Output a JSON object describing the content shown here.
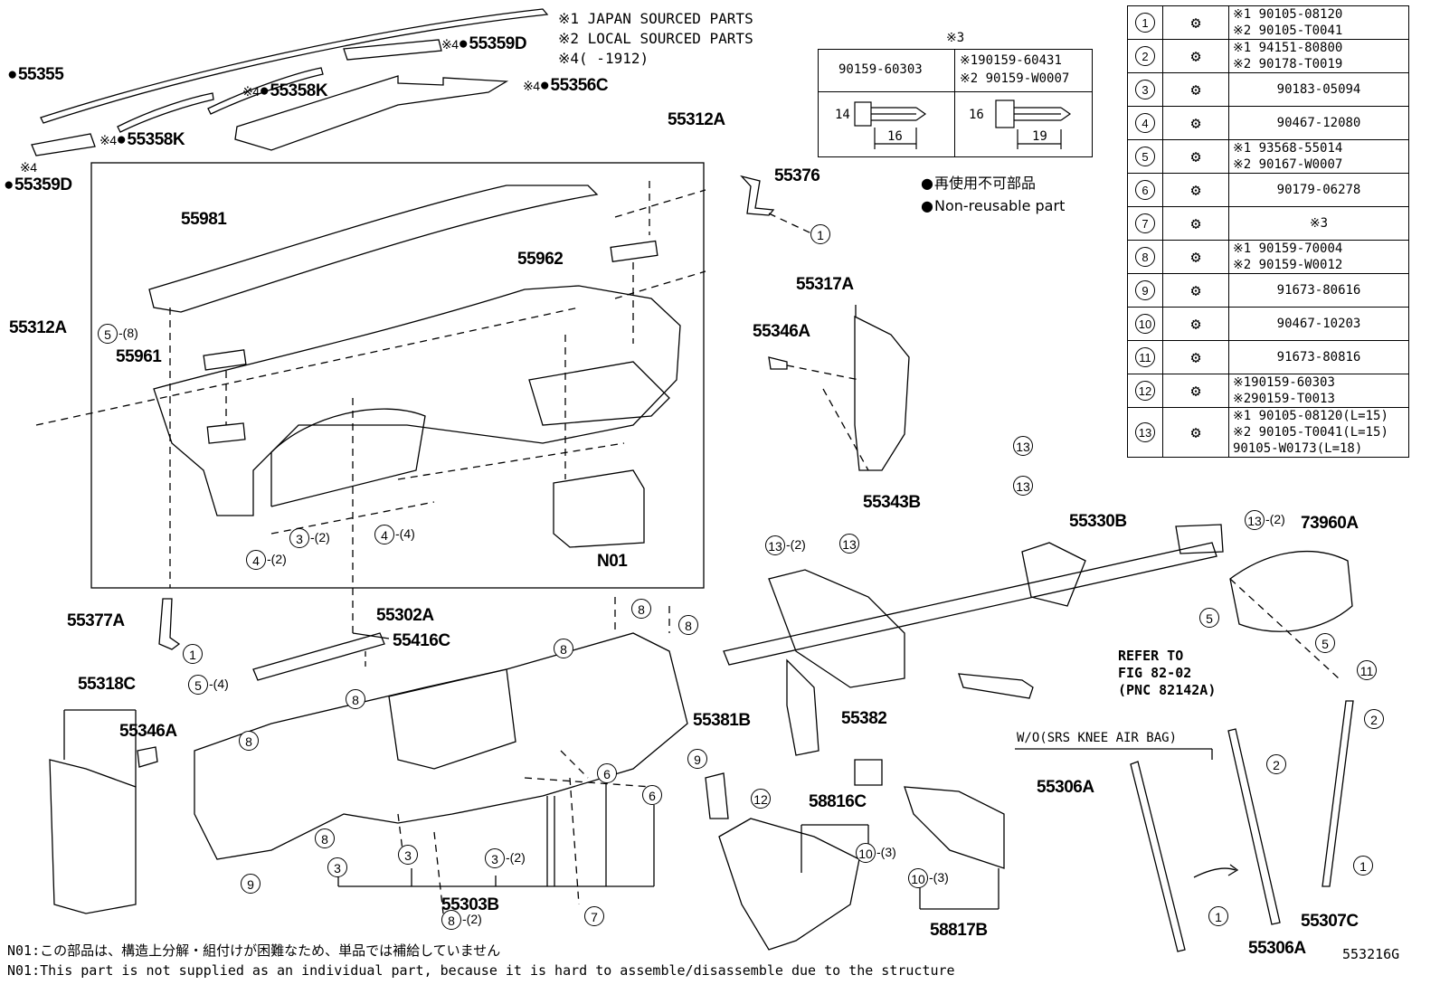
{
  "legend_notes": {
    "note1": "※1 JAPAN SOURCED PARTS",
    "note2": "※2 LOCAL SOURCED PARTS",
    "note4": "※4(      -1912)"
  },
  "fastener_box": {
    "title": "※3",
    "left_part": "90159-60303",
    "right_part_1": "※190159-60431",
    "right_part_2": "※2 90159-W0007",
    "left_dim_h": "14",
    "left_dim_l": "16",
    "right_dim_h": "16",
    "right_dim_l": "19"
  },
  "reuse_legend": {
    "jp": "再使用不可部品",
    "en": "Non-reusable part"
  },
  "parts_table": [
    {
      "idx": "1",
      "lines": [
        "※1 90105-08120",
        "※2 90105-T0041"
      ]
    },
    {
      "idx": "2",
      "lines": [
        "※1 94151-80800",
        "※2 90178-T0019"
      ]
    },
    {
      "idx": "3",
      "lines": [
        "90183-05094"
      ]
    },
    {
      "idx": "4",
      "lines": [
        "90467-12080"
      ]
    },
    {
      "idx": "5",
      "lines": [
        "※1 93568-55014",
        "※2 90167-W0007"
      ]
    },
    {
      "idx": "6",
      "lines": [
        "90179-06278"
      ]
    },
    {
      "idx": "7",
      "lines": [
        "※3"
      ]
    },
    {
      "idx": "8",
      "lines": [
        "※1 90159-70004",
        "※2 90159-W0012"
      ]
    },
    {
      "idx": "9",
      "lines": [
        "91673-80616"
      ]
    },
    {
      "idx": "10",
      "lines": [
        "90467-10203"
      ]
    },
    {
      "idx": "11",
      "lines": [
        "91673-80816"
      ]
    },
    {
      "idx": "12",
      "lines": [
        "※190159-60303",
        "※290159-T0013"
      ]
    },
    {
      "idx": "13",
      "lines": [
        "※1 90105-08120(L=15)",
        "※2 90105-T0041(L=15)",
        "90105-W0173(L=18)"
      ]
    }
  ],
  "part_labels": {
    "p55355": "55355",
    "p55359D_top": "55359D",
    "p55358K_top": "55358K",
    "p55356C": "55356C",
    "p55358K_bot": "55358K",
    "p55359D_left": "55359D",
    "p55312A_top": "55312A",
    "p55376": "55376",
    "p55981": "55981",
    "p55962": "55962",
    "p55312A_left": "55312A",
    "p55961": "55961",
    "p55317A": "55317A",
    "p55346A_top": "55346A",
    "pN01": "N01",
    "p55343B": "55343B",
    "p55330B": "55330B",
    "p73960A": "73960A",
    "p55377A": "55377A",
    "p55302A": "55302A",
    "p55416C": "55416C",
    "p55318C": "55318C",
    "p55346A_bot": "55346A",
    "p55381B": "55381B",
    "p55382": "55382",
    "p58816C": "58816C",
    "p55306A_left": "55306A",
    "p55303B": "55303B",
    "p58817B": "58817B",
    "p55307C": "55307C",
    "p55306A_bot": "55306A"
  },
  "marks": {
    "m4": "※4",
    "q2": "-(2)",
    "q3": "-(3)",
    "q4": "-(4)",
    "q8": "-(8)"
  },
  "knee_airbag_note": "W/O(SRS KNEE AIR BAG)",
  "refer": {
    "line1": "REFER TO",
    "line2": "FIG 82-02",
    "line3": "(PNC 82142A)"
  },
  "footer": {
    "jp": "N01:この部品は、構造上分解・組付けが困難なため、単品では補給していません",
    "en": "N01:This part is not supplied as an individual part, because it is hard to assemble/disassemble due to the structure"
  },
  "figure_id": "553216G"
}
